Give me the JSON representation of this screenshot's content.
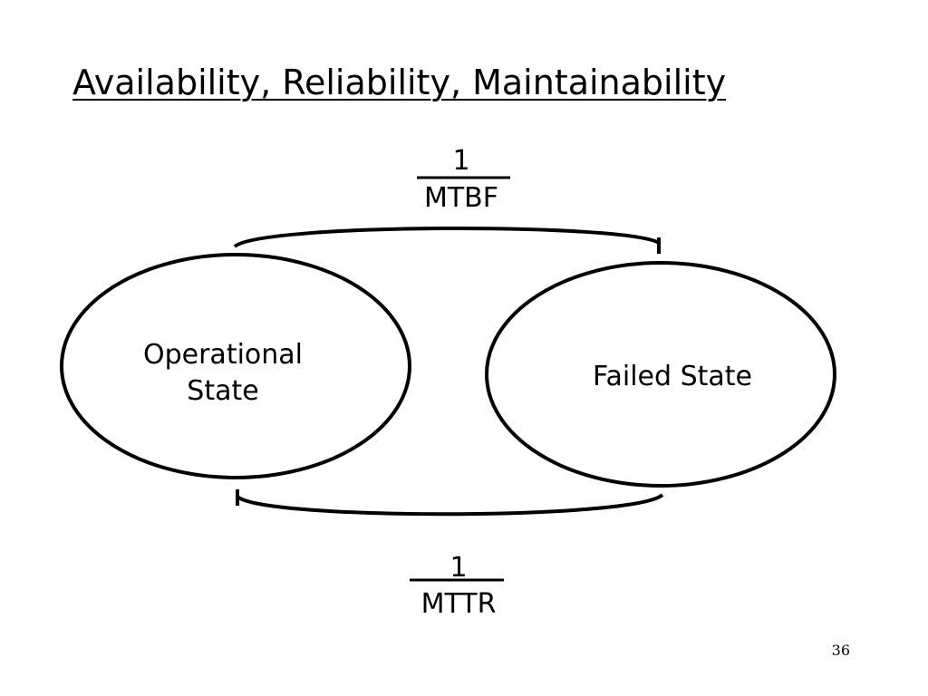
{
  "slide": {
    "title": "Availability, Reliability, Maintainability",
    "page_number": "36"
  },
  "states": {
    "operational": {
      "line1": "Operational",
      "line2": "State"
    },
    "failed": {
      "label": "Failed State"
    }
  },
  "transitions": {
    "failure_rate": {
      "numerator": "1",
      "denominator": "MTBF"
    },
    "repair_rate": {
      "numerator": "1",
      "denominator": "MTTR"
    }
  }
}
